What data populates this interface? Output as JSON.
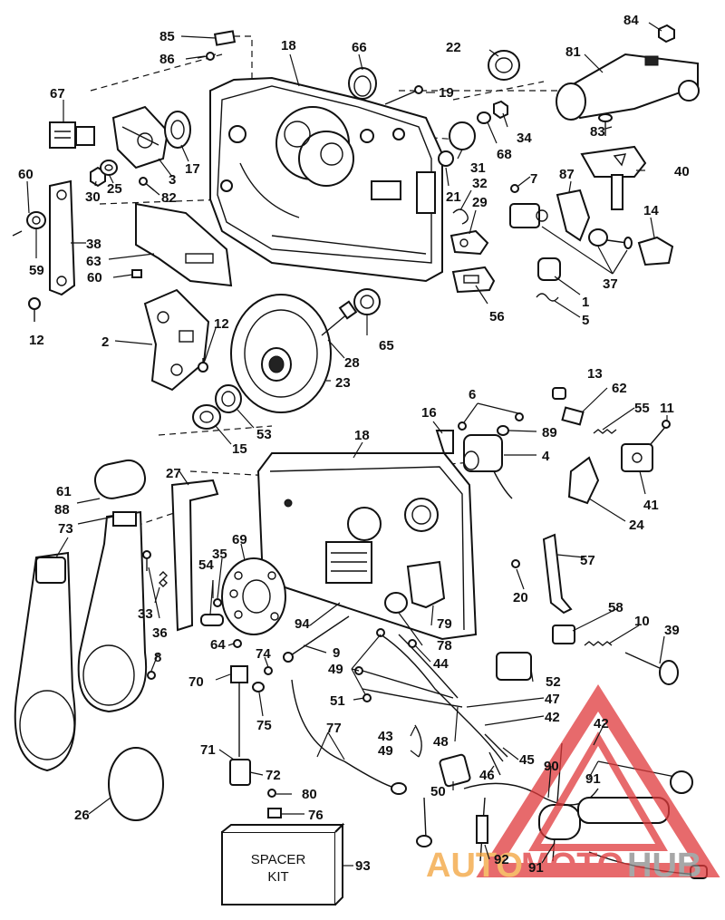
{
  "callouts": {
    "c1": "1",
    "c2": "2",
    "c3": "3",
    "c4": "4",
    "c5": "5",
    "c6": "6",
    "c7": "7",
    "c8": "8",
    "c9": "9",
    "c10": "10",
    "c11": "11",
    "c12a": "12",
    "c12b": "12",
    "c13": "13",
    "c14": "14",
    "c15": "15",
    "c16": "16",
    "c17": "17",
    "c18a": "18",
    "c18b": "18",
    "c19": "19",
    "c20": "20",
    "c21": "21",
    "c22": "22",
    "c23": "23",
    "c24": "24",
    "c25": "25",
    "c26": "26",
    "c27": "27",
    "c28": "28",
    "c29": "29",
    "c30": "30",
    "c31": "31",
    "c32": "32",
    "c33": "33",
    "c34": "34",
    "c35": "35",
    "c36": "36",
    "c37": "37",
    "c38": "38",
    "c39": "39",
    "c40": "40",
    "c41": "41",
    "c42a": "42",
    "c42b": "42",
    "c43": "43",
    "c44": "44",
    "c45": "45",
    "c46": "46",
    "c47": "47",
    "c48": "48",
    "c49a": "49",
    "c49b": "49",
    "c50": "50",
    "c51": "51",
    "c52": "52",
    "c53": "53",
    "c54": "54",
    "c55": "55",
    "c56": "56",
    "c57": "57",
    "c58": "58",
    "c59": "59",
    "c60a": "60",
    "c60b": "60",
    "c61": "61",
    "c62": "62",
    "c63": "63",
    "c64": "64",
    "c65": "65",
    "c66": "66",
    "c67": "67",
    "c68": "68",
    "c69": "69",
    "c70": "70",
    "c71": "71",
    "c72": "72",
    "c73": "73",
    "c74": "74",
    "c75": "75",
    "c76": "76",
    "c77": "77",
    "c78": "78",
    "c79": "79",
    "c80": "80",
    "c81": "81",
    "c82": "82",
    "c83": "83",
    "c84": "84",
    "c85": "85",
    "c86": "86",
    "c87": "87",
    "c88": "88",
    "c89": "89",
    "c90": "90",
    "c91a": "91",
    "c91b": "91",
    "c92": "92",
    "c93": "93",
    "c94": "94"
  },
  "spacer_kit": {
    "line1": "SPACER",
    "line2": "KIT"
  },
  "watermark": {
    "part1": "AUTO",
    "part2": "MOTO",
    "part3": "HUB"
  },
  "colors": {
    "ink": "#111111",
    "paper": "#ffffff",
    "watermark_red": "#e0393b",
    "watermark_orange": "#f2a23a",
    "watermark_gray": "#8a8a8a"
  }
}
